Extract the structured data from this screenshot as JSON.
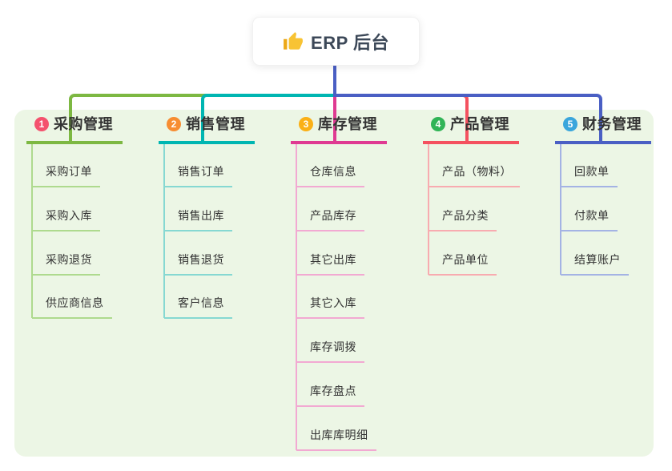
{
  "root": {
    "title": "ERP 后台",
    "icon": "thumbs-up"
  },
  "canvas_bg": "#ecf6e5",
  "stem_color": "#4a5fc4",
  "branches": [
    {
      "num": "1",
      "label": "采购管理",
      "badge_color": "#f4526e",
      "line_color": "#7db842",
      "light_color": "#aeda8e",
      "children": [
        "采购订单",
        "采购入库",
        "采购退货",
        "供应商信息"
      ]
    },
    {
      "num": "2",
      "label": "销售管理",
      "badge_color": "#f78d32",
      "line_color": "#00b6b2",
      "light_color": "#86d8d2",
      "children": [
        "销售订单",
        "销售出库",
        "销售退货",
        "客户信息"
      ]
    },
    {
      "num": "3",
      "label": "库存管理",
      "badge_color": "#fab016",
      "line_color": "#df3a92",
      "light_color": "#f2a9d2",
      "children": [
        "仓库信息",
        "产品库存",
        "其它出库",
        "其它入库",
        "库存调拨",
        "库存盘点",
        "出库库明细"
      ]
    },
    {
      "num": "4",
      "label": "产品管理",
      "badge_color": "#31b457",
      "line_color": "#f4515f",
      "light_color": "#f8abb0",
      "children": [
        "产品（物料）",
        "产品分类",
        "产品单位"
      ]
    },
    {
      "num": "5",
      "label": "财务管理",
      "badge_color": "#3ba6dc",
      "line_color": "#4a5fc4",
      "light_color": "#a4b3e4",
      "children": [
        "回款单",
        "付款单",
        "结算账户"
      ]
    }
  ]
}
